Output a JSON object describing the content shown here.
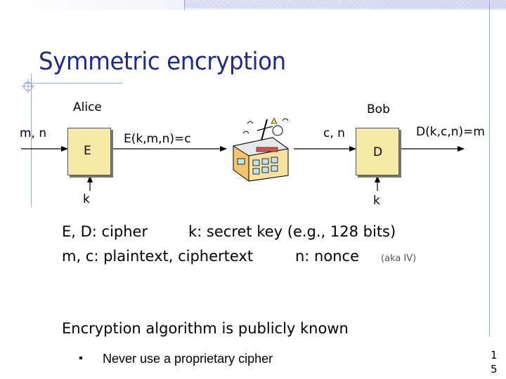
{
  "slide": {
    "title": "Symmetric encryption",
    "page_number": "15"
  },
  "diagram": {
    "alice_label": "Alice",
    "bob_label": "Bob",
    "input_label": "m, n",
    "encrypt_box": "E",
    "encrypt_output": "E(k,m,n)=c",
    "channel_label": "c, n",
    "decrypt_box": "D",
    "decrypt_output": "D(k,c,n)=m",
    "key_left": "k",
    "key_right": "k",
    "channel_icon": "building-with-antenna-icon"
  },
  "definitions": {
    "line1_left": "E, D:  cipher",
    "line1_right": "k:  secret key (e.g., 128 bits)",
    "line2_left": "m, c:  plaintext,  ciphertext",
    "line2_mid": "n:  nonce",
    "line2_note": "(aka  IV)"
  },
  "notes": {
    "heading": "Encryption algorithm is publicly known",
    "bullet1": "Never use a proprietary cipher"
  },
  "colors": {
    "title": "#1f2a8a",
    "box_fill": "#f5eaa5",
    "accent_lines": "#9aa7d8"
  }
}
